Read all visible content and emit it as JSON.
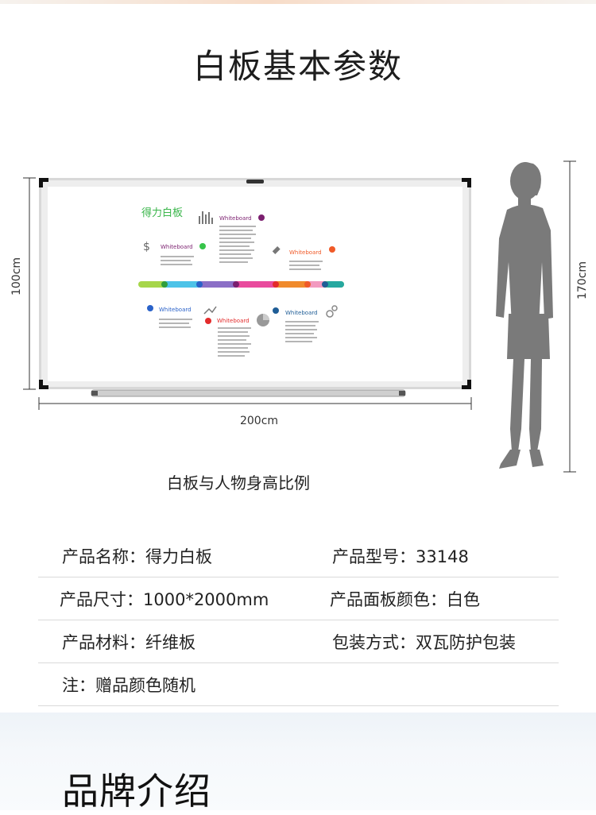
{
  "page": {
    "title": "白板基本参数",
    "caption": "白板与人物身高比例",
    "dimensions": {
      "height_label": "100cm",
      "width_label": "200cm",
      "person_label": "170cm"
    }
  },
  "board": {
    "brand_text": "得力白板",
    "label": "Whiteboard",
    "colors": {
      "purple": "#7b1f6f",
      "green": "#37c44a",
      "orange": "#f05a28",
      "blue": "#2a62c9",
      "red": "#e32b2b",
      "navy": "#1f5d96",
      "timeline": [
        "#a6d64a",
        "#4dc3e8",
        "#8b6fc6",
        "#e94b9d",
        "#f08a2c",
        "#f29ac0",
        "#26a8a0"
      ]
    }
  },
  "specs": {
    "rows": [
      {
        "left": "产品名称：得力白板",
        "right": "产品型号：33148"
      },
      {
        "left": "产品尺寸：1000*2000mm",
        "right": "产品面板颜色：白色"
      },
      {
        "left": "产品材料：纤维板",
        "right": "包装方式：双瓦防护包装"
      },
      {
        "left": "注：赠品颜色随机",
        "right": ""
      }
    ]
  },
  "brand": {
    "title": "品牌介绍"
  }
}
